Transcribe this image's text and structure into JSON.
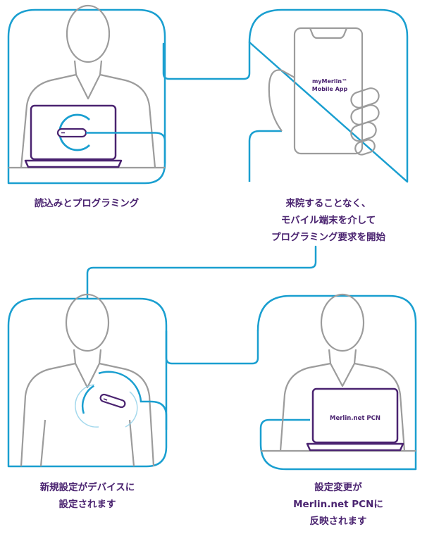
{
  "colors": {
    "blue": "#1a9fd0",
    "gray": "#9c9c9c",
    "purple": "#4a2370",
    "text": "#4a2370"
  },
  "steps": [
    {
      "name": "read-and-program",
      "lines": [
        "読込みとプログラミング"
      ]
    },
    {
      "name": "remote-request",
      "lines": [
        "来院することなく、",
        "モバイル端末を介して",
        "プログラミング要求を開始"
      ]
    },
    {
      "name": "new-settings-applied",
      "lines": [
        "新規設定がデバイスに",
        "設定されます"
      ]
    },
    {
      "name": "reflected-on-merlin",
      "lines": [
        "設定変更が",
        "Merlin.net PCNに",
        "反映されます"
      ]
    }
  ],
  "phone": {
    "app_name": "myMerlin™",
    "app_sub": "Mobile App"
  },
  "laptop_screen": {
    "label": "Merlin.net PCN"
  }
}
